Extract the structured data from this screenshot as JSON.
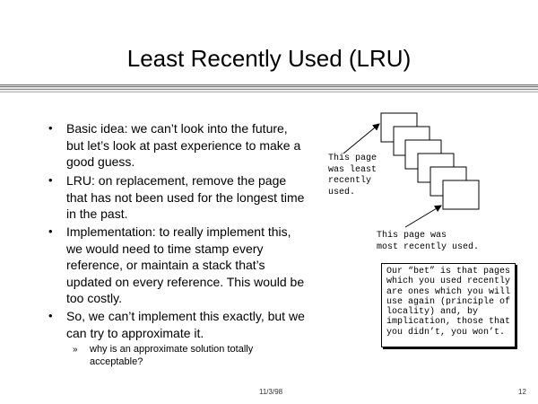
{
  "slide": {
    "title": "Least Recently Used (LRU)",
    "footer_date": "11/3/98",
    "page_number": "12"
  },
  "bullets": [
    {
      "marker": "•",
      "text": "Basic idea:  we can’t look into the future, but let’s look at past experience to make a good guess."
    },
    {
      "marker": "•",
      "text": "LRU:  on replacement, remove the page that has not been used for the longest time in the past."
    },
    {
      "marker": "•",
      "text": "Implementation:  to really implement this, we would need to time stamp every reference, or maintain a stack that’s updated on every reference.  This would be too costly."
    },
    {
      "marker": "•",
      "text": "So, we can’t implement this exactly, but we can try to approximate it."
    }
  ],
  "sub_bullet": {
    "marker": "»",
    "text": "why is an approximate solution totally acceptable?"
  },
  "diagram": {
    "least_label": "This page\nwas least\nrecently\nused.",
    "most_label": "This page was\nmost recently used.",
    "bet_note": "Our “bet” is that pages\nwhich you used recently\nare ones which you will\nuse again (principle of\nlocality) and, by\nimplication, those that\nyou didn’t, you won’t."
  }
}
